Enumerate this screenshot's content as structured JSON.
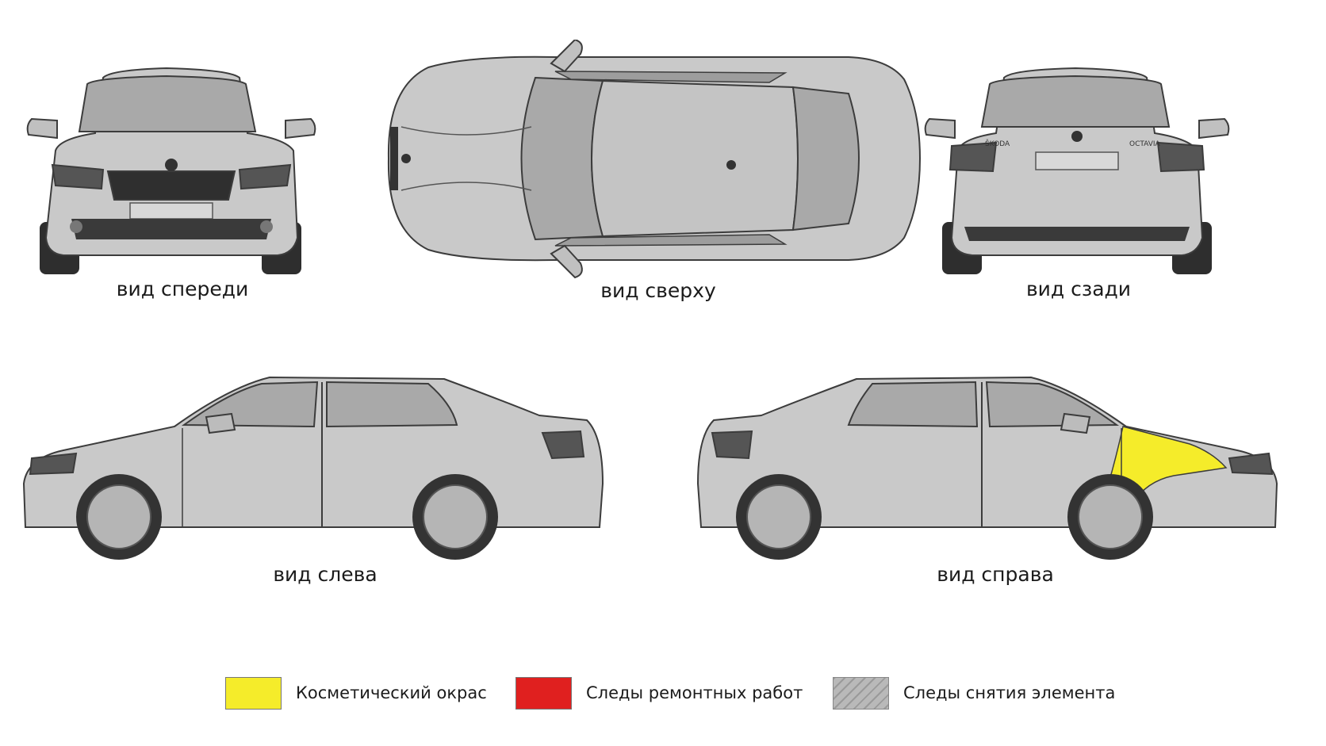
{
  "views": {
    "front": {
      "caption": "вид спереди"
    },
    "top": {
      "caption": "вид сверху"
    },
    "rear": {
      "caption": "вид сзади",
      "badge_left": "ŠKODA",
      "badge_right": "OCTAVIA"
    },
    "left": {
      "caption": "вид слева"
    },
    "right": {
      "caption": "вид справа",
      "highlighted_part": "front-right-fender",
      "highlight_legend": "cosmetic"
    }
  },
  "legend": {
    "items": [
      {
        "key": "cosmetic",
        "label": "Косметический окрас",
        "color": "#f5ec2a",
        "pattern": "solid"
      },
      {
        "key": "repair",
        "label": "Следы ремонтных работ",
        "color": "#e0201f",
        "pattern": "solid"
      },
      {
        "key": "removal",
        "label": "Следы снятия элемента",
        "color": "#b9b9b9",
        "pattern": "hatched"
      }
    ]
  },
  "colors": {
    "body": "#c9c9c9",
    "glass": "#a9a9a9",
    "outline": "#3c3c3c",
    "dark": "#3a3a3a"
  }
}
